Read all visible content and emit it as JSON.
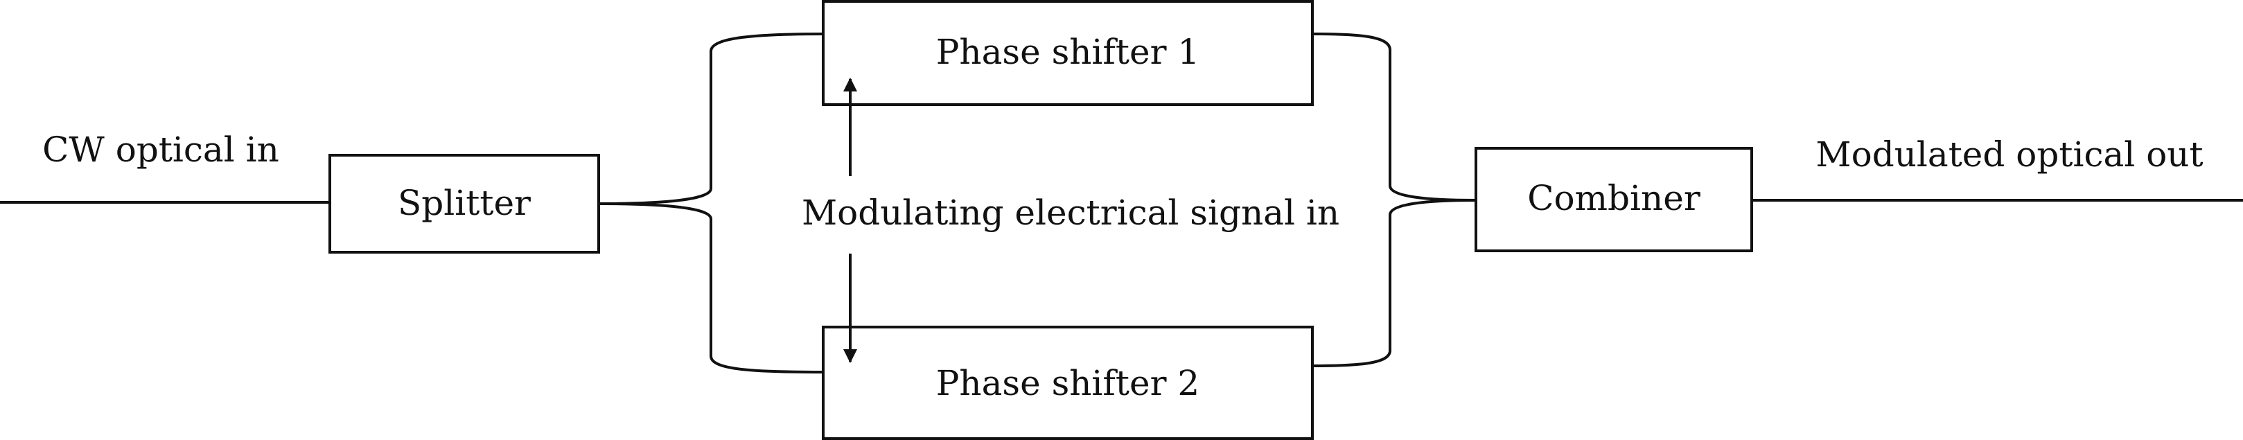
{
  "colors": {
    "stroke": "#111111",
    "background": "#ffffff",
    "text": "#111111"
  },
  "labels": {
    "input": "CW optical in",
    "output": "Modulated optical out",
    "signal": "Modulating electrical signal in"
  },
  "blocks": {
    "splitter": "Splitter",
    "phase_shifter_1": "Phase shifter 1",
    "phase_shifter_2": "Phase shifter 2",
    "combiner": "Combiner"
  }
}
